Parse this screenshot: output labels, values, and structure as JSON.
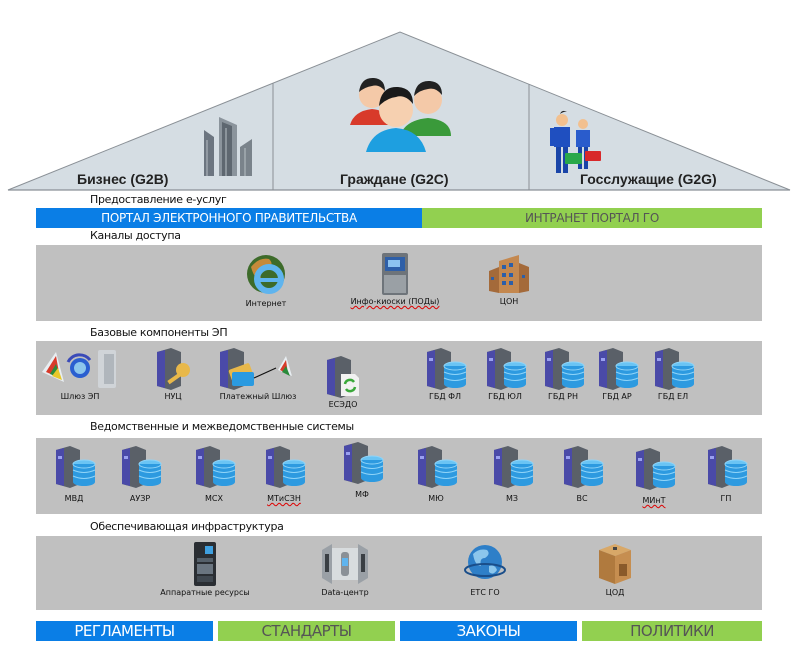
{
  "roof": {
    "segments": [
      {
        "id": "g2b",
        "label": "Бизнес (G2B)",
        "icon": "office-buildings-icon"
      },
      {
        "id": "g2c",
        "label": "Граждане (G2C)",
        "icon": "citizens-group-icon"
      },
      {
        "id": "g2g",
        "label": "Госслужащие  (G2G)",
        "icon": "civil-servants-icon"
      }
    ]
  },
  "services": {
    "title": "Предоставление е-услуг",
    "portals": [
      {
        "label": "ПОРТАЛ ЭЛЕКТРОННОГО ПРАВИТЕЛЬСТВА",
        "color": "#0a7ee6"
      },
      {
        "label": "ИНТРАНЕТ ПОРТАЛ ГО",
        "color": "#92d050"
      }
    ]
  },
  "channels": {
    "title": "Каналы доступа",
    "items": [
      {
        "label": "Интернет",
        "icon": "internet-explorer-globe-icon"
      },
      {
        "label": "Инфо-киоски (ПОДы)",
        "icon": "info-kiosk-icon"
      },
      {
        "label": "ЦОН",
        "icon": "service-center-building-icon"
      }
    ]
  },
  "base_components": {
    "title": "Базовые компоненты ЭП",
    "items": [
      {
        "label": "Шлюз ЭП",
        "icon": "gateway-icon"
      },
      {
        "label": "НУЦ",
        "icon": "server-key-icon"
      },
      {
        "label": "Платежный Шлюз",
        "icon": "payment-gateway-icon"
      },
      {
        "label": "ЕСЭДО",
        "icon": "server-document-sync-icon"
      },
      {
        "label": "ГБД ФЛ",
        "icon": "server-database-icon"
      },
      {
        "label": "ГБД ЮЛ",
        "icon": "server-database-icon"
      },
      {
        "label": "ГБД РН",
        "icon": "server-database-icon"
      },
      {
        "label": "ГБД АР",
        "icon": "server-database-icon"
      },
      {
        "label": "ГБД ЕЛ",
        "icon": "server-database-icon"
      }
    ]
  },
  "agency_systems": {
    "title": "Ведомственные и межведомственные системы",
    "items": [
      {
        "label": "МВД"
      },
      {
        "label": "АУЗР"
      },
      {
        "label": "МСХ"
      },
      {
        "label": "МТиСЗН"
      },
      {
        "label": "МФ"
      },
      {
        "label": "МЮ"
      },
      {
        "label": "МЗ"
      },
      {
        "label": "ВС"
      },
      {
        "label": "МИнТ"
      },
      {
        "label": "ГП"
      }
    ]
  },
  "infrastructure": {
    "title": "Обеспечивающая инфраструктура",
    "items": [
      {
        "label": "Аппаратные ресурсы",
        "icon": "hardware-rack-icon"
      },
      {
        "label": "Data-центр",
        "icon": "data-center-icon"
      },
      {
        "label": "ЕТС ГО",
        "icon": "globe-network-icon"
      },
      {
        "label": "ЦОД",
        "icon": "data-processing-center-box-icon"
      }
    ]
  },
  "foundation": [
    {
      "label": "РЕГЛАМЕНТЫ",
      "color": "#0a7ee6"
    },
    {
      "label": "СТАНДАРТЫ",
      "color": "#92d050"
    },
    {
      "label": "ЗАКОНЫ",
      "color": "#0a7ee6"
    },
    {
      "label": "ПОЛИТИКИ",
      "color": "#92d050"
    }
  ]
}
